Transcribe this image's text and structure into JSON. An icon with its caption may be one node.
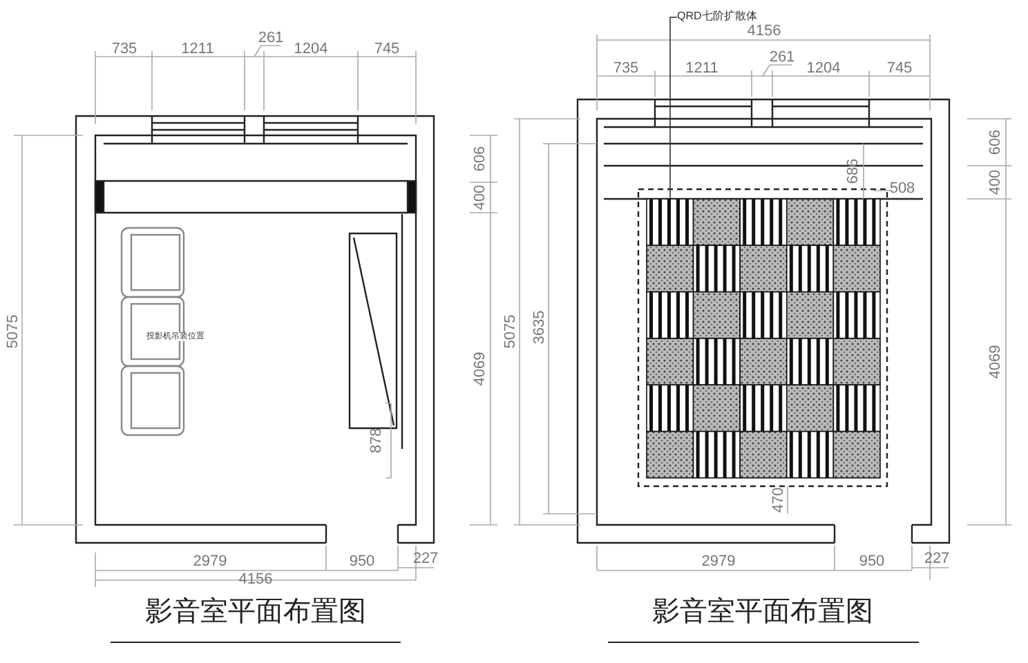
{
  "diagram": {
    "nodes": [
      {
        "text": [
          "QRD七阶扩散体"
        ]
      },
      {
        "text": [],
        "shape": "picture"
      }
    ],
    "edges": [
      {
        "from": 0,
        "to": 1,
        "arrow": "none"
      }
    ],
    "labels": [
      "735",
      "1211",
      "261",
      "1204",
      "745",
      "606",
      "400",
      "5075",
      "投影机吊装位置",
      "4069",
      "878",
      "2979",
      "950",
      "227",
      "4156",
      "影音室平面布置图",
      "4156",
      "735",
      "1211",
      "261",
      "1204",
      "745",
      "606",
      "686",
      "400",
      "508",
      "5075",
      "3635",
      "4069",
      "470",
      "2979",
      "950",
      "227",
      "影音室平面布置图"
    ]
  }
}
